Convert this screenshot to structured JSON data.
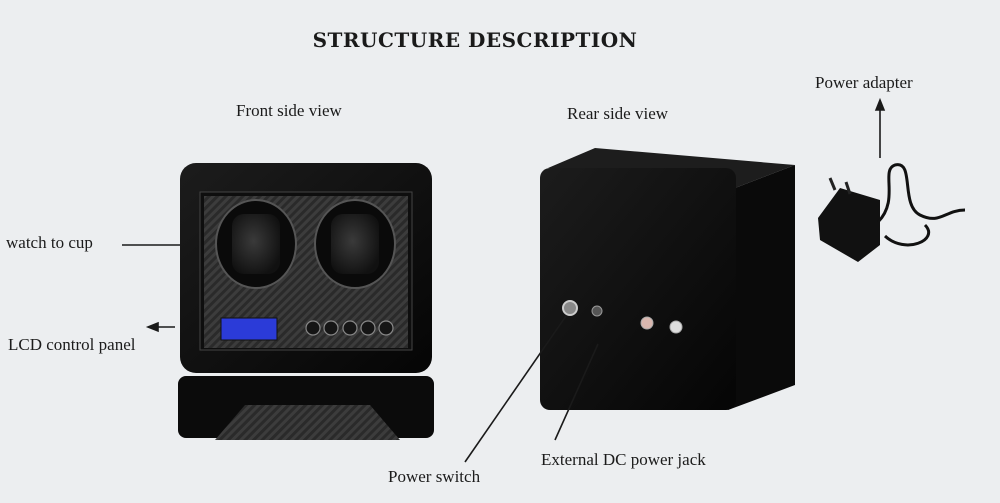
{
  "heading": "STRUCTURE DESCRIPTION",
  "labels": {
    "front_view": "Front side view",
    "rear_view": "Rear side view",
    "power_adapter": "Power adapter",
    "watch_to_cup": "watch to cup",
    "lcd_panel": "LCD control panel",
    "power_switch": "Power switch",
    "dc_jack": "External DC power jack"
  }
}
